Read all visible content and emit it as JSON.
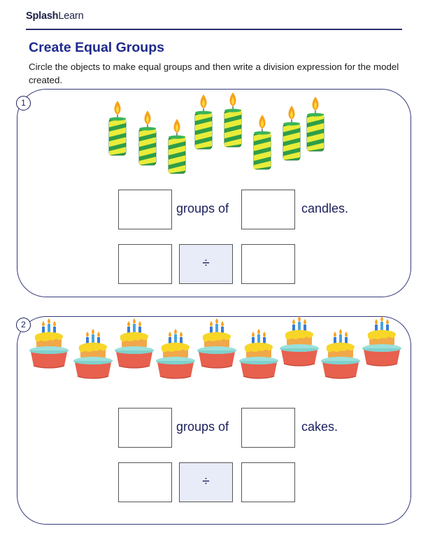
{
  "brand": {
    "part1": "Splash",
    "part2": "Learn"
  },
  "title": "Create Equal Groups",
  "instructions": "Circle the objects to make equal groups and then write a division expression for the model created.",
  "problems": [
    {
      "number": "1",
      "groups_label": "groups of",
      "object_label": "candles.",
      "divide_symbol": "÷",
      "object_icon": "candle-icon",
      "object_count": 8
    },
    {
      "number": "2",
      "groups_label": "groups of",
      "object_label": "cakes.",
      "divide_symbol": "÷",
      "object_icon": "cake-icon",
      "object_count": 9
    }
  ]
}
